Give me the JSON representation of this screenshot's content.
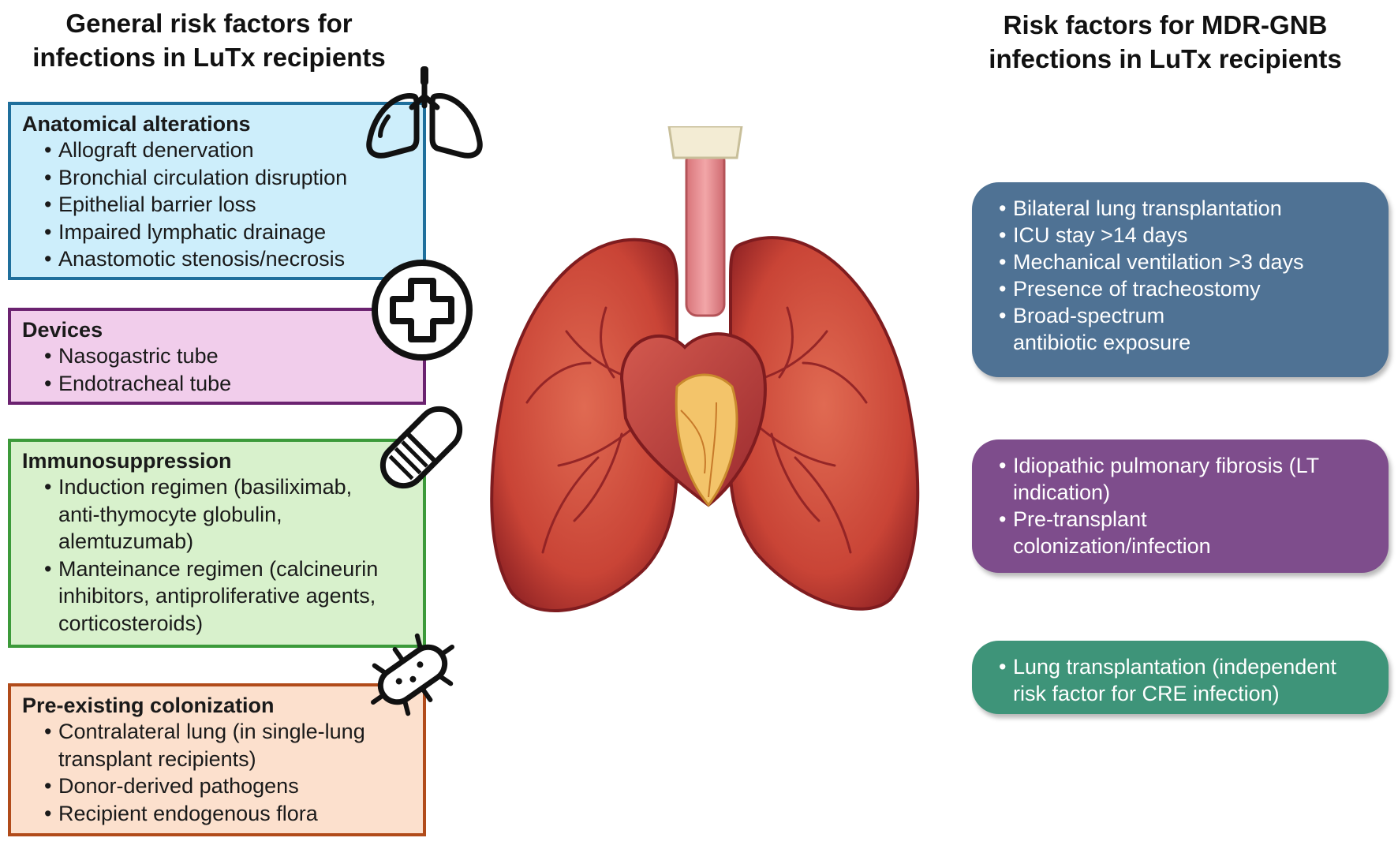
{
  "left": {
    "title_line1": "General risk factors for",
    "title_line2": "infections in LuTx recipients",
    "boxes": [
      {
        "heading": "Anatomical alterations",
        "items": [
          "Allograft denervation",
          "Bronchial circulation disruption",
          "Epithelial barrier loss",
          "Impaired lymphatic drainage",
          "Anastomotic stenosis/necrosis"
        ]
      },
      {
        "heading": "Devices",
        "items": [
          "Nasogastric tube",
          "Endotracheal tube"
        ]
      },
      {
        "heading": "Immunosuppression",
        "items": [
          "Induction regimen (basiliximab, anti-thymocyte globulin, alemtuzumab)",
          "Manteinance regimen (calcineurin inhibitors, antiproliferative agents, corticosteroids)"
        ]
      },
      {
        "heading": "Pre-existing colonization",
        "items": [
          "Contralateral lung (in single-lung transplant recipients)",
          "Donor-derived pathogens",
          "Recipient endogenous flora"
        ]
      }
    ]
  },
  "right": {
    "title_line1": "Risk factors for MDR-GNB",
    "title_line2": "infections in LuTx recipients",
    "boxes": [
      {
        "items": [
          "Bilateral lung transplantation",
          "ICU stay >14 days",
          "Mechanical ventilation >3 days",
          "Presence of tracheostomy",
          "Broad-spectrum antibiotic exposure"
        ]
      },
      {
        "items": [
          "Idiopathic pulmonary fibrosis (LT indication)",
          "Pre-transplant colonization/infection"
        ]
      },
      {
        "items": [
          "Lung transplantation (independent risk factor for CRE infection)"
        ]
      }
    ]
  },
  "icons": [
    "lungs-icon",
    "medical-cross-icon",
    "pill-icon",
    "bacteria-icon"
  ],
  "colors": {
    "anatomical_fill": "#cdeefb",
    "anatomical_border": "#1f6f9c",
    "devices_fill": "#f1cdeb",
    "devices_border": "#6b2270",
    "immuno_fill": "#d8f1cc",
    "immuno_border": "#3c9a3a",
    "preexisting_fill": "#fce0cd",
    "preexisting_border": "#b14b1a",
    "right_blue": "#4f7294",
    "right_purple": "#7e4d8c",
    "right_green": "#3e9479"
  }
}
